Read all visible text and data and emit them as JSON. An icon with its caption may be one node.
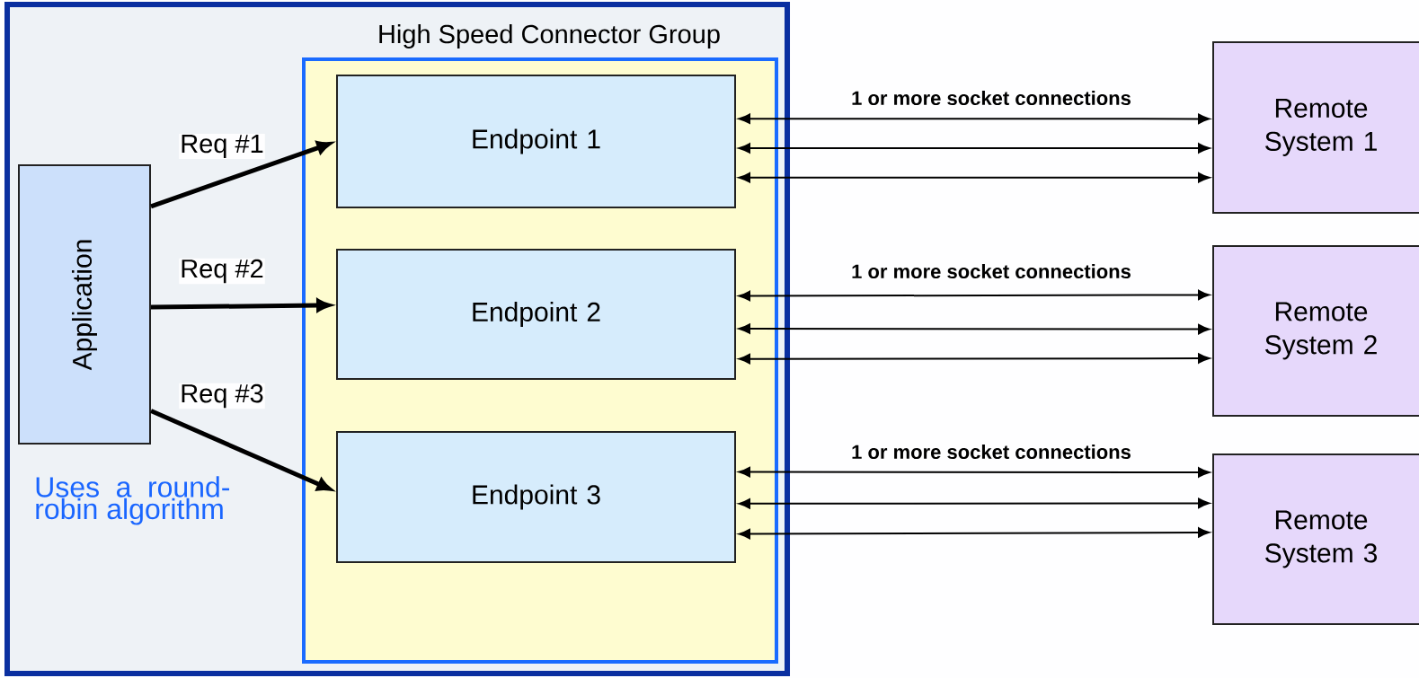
{
  "diagram": {
    "nodes": [
      {
        "text": [],
        "shape": "box"
      },
      {
        "text": [
          "Application"
        ],
        "in": 0
      },
      {
        "text": [
          "High Speed Connector Group"
        ],
        "in": 0
      },
      {
        "text": [
          "Endpoint 1"
        ],
        "in": 2
      },
      {
        "text": [
          "Endpoint 2"
        ],
        "in": 2
      },
      {
        "text": [
          "Endpoint 3"
        ],
        "in": 2
      },
      {
        "text": [
          "Remote System 1"
        ]
      },
      {
        "text": [
          "Remote System 2"
        ]
      },
      {
        "text": [
          "Remote System 3"
        ]
      }
    ],
    "edges": [
      {
        "from": 1,
        "to": 3,
        "arrow": "to",
        "label": "Req #1",
        "style": "thick"
      },
      {
        "from": 1,
        "to": 4,
        "arrow": "to",
        "label": "Req #2",
        "style": "thick"
      },
      {
        "from": 1,
        "to": 5,
        "arrow": "to",
        "label": "Req #3",
        "style": "thick"
      },
      {
        "from": 3,
        "to": 6,
        "arrow": "both",
        "label": "1 or more socket connections"
      },
      {
        "from": 3,
        "to": 6,
        "arrow": "both"
      },
      {
        "from": 3,
        "to": 6,
        "arrow": "both"
      },
      {
        "from": 4,
        "to": 7,
        "arrow": "both",
        "label": "1 or more socket connections"
      },
      {
        "from": 4,
        "to": 7,
        "arrow": "both"
      },
      {
        "from": 4,
        "to": 7,
        "arrow": "both"
      },
      {
        "from": 5,
        "to": 8,
        "arrow": "both",
        "label": "1 or more socket connections"
      },
      {
        "from": 5,
        "to": 8,
        "arrow": "both"
      },
      {
        "from": 5,
        "to": 8,
        "arrow": "both"
      }
    ],
    "labels": [
      "Uses a round-robin algorithm"
    ]
  }
}
